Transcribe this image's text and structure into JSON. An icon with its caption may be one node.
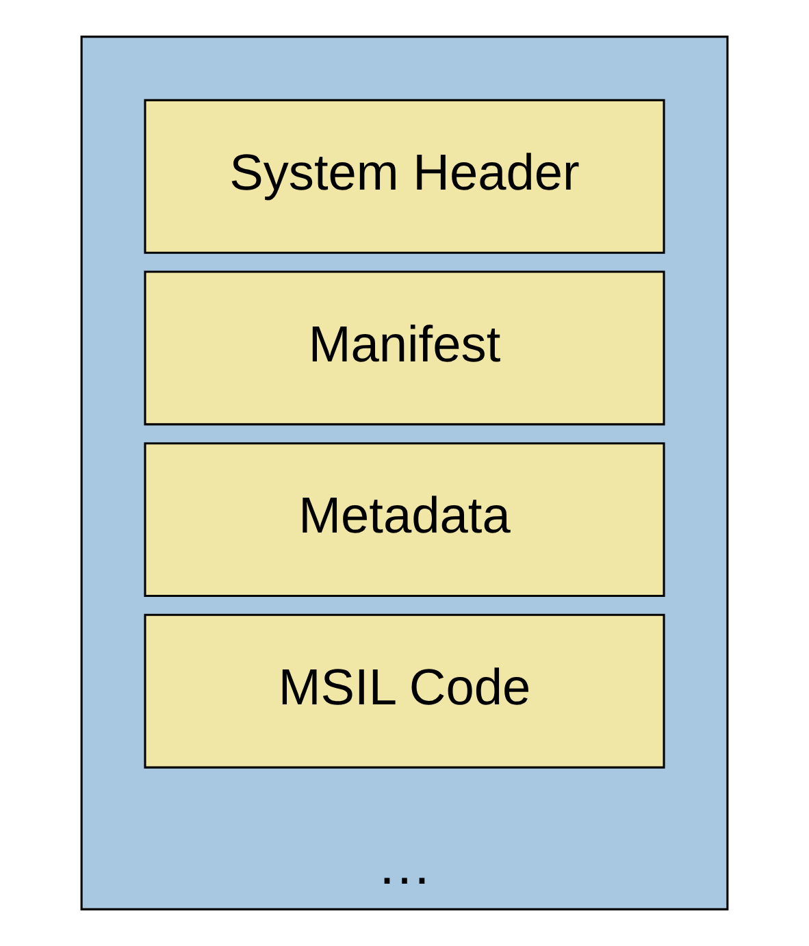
{
  "diagram": {
    "nodes": [
      {
        "text": [
          "…"
        ]
      },
      {
        "text": [
          "System Header"
        ],
        "in": 0
      },
      {
        "text": [
          "Manifest"
        ],
        "in": 0
      },
      {
        "text": [
          "Metadata"
        ],
        "in": 0
      },
      {
        "text": [
          "MSIL Code"
        ],
        "in": 0
      }
    ]
  }
}
